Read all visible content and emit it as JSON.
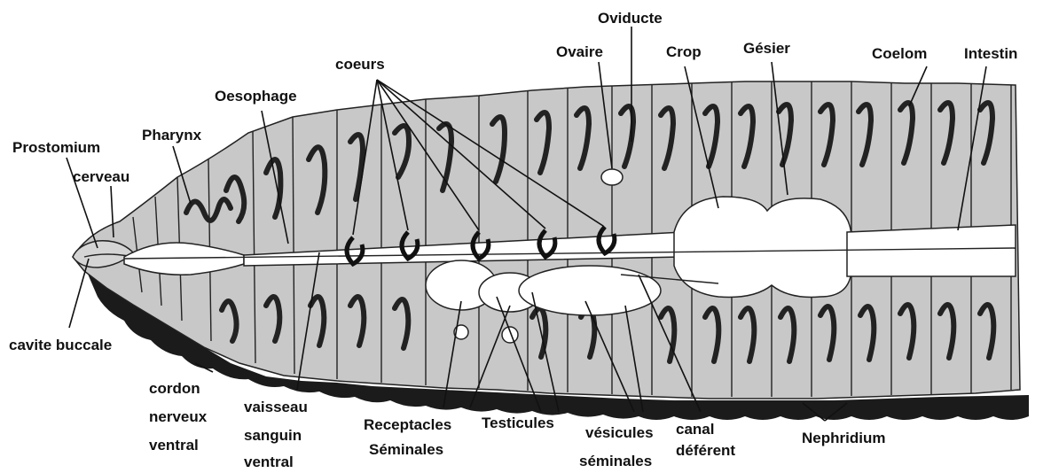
{
  "labels": {
    "oviducte": "Oviducte",
    "ovaire": "Ovaire",
    "crop": "Crop",
    "gesier": "Gésier",
    "coelom": "Coelom",
    "intestin": "Intestin",
    "coeurs": "coeurs",
    "oesophage": "Oesophage",
    "pharynx": "Pharynx",
    "prostomium": "Prostomium",
    "cerveau": "cerveau",
    "cavite_buccale": "cavite buccale",
    "cordon_1": "cordon",
    "cordon_2": "nerveux",
    "cordon_3": "ventral",
    "vaisseau_1": "vaisseau",
    "vaisseau_2": "sanguin",
    "vaisseau_3": "ventral",
    "receptacles_1": "Receptacles",
    "receptacles_2": "Séminales",
    "testicules": "Testicules",
    "vesicules_1": "vésicules",
    "vesicules_2": "séminales",
    "canal_1": "canal",
    "canal_2": "déférent",
    "nephridium": "Nephridium"
  },
  "colors": {
    "body_fill": "#c9c9c9",
    "organ_fill": "#ffffff",
    "ventral_dark": "#1a1a1a",
    "line": "#111111"
  }
}
